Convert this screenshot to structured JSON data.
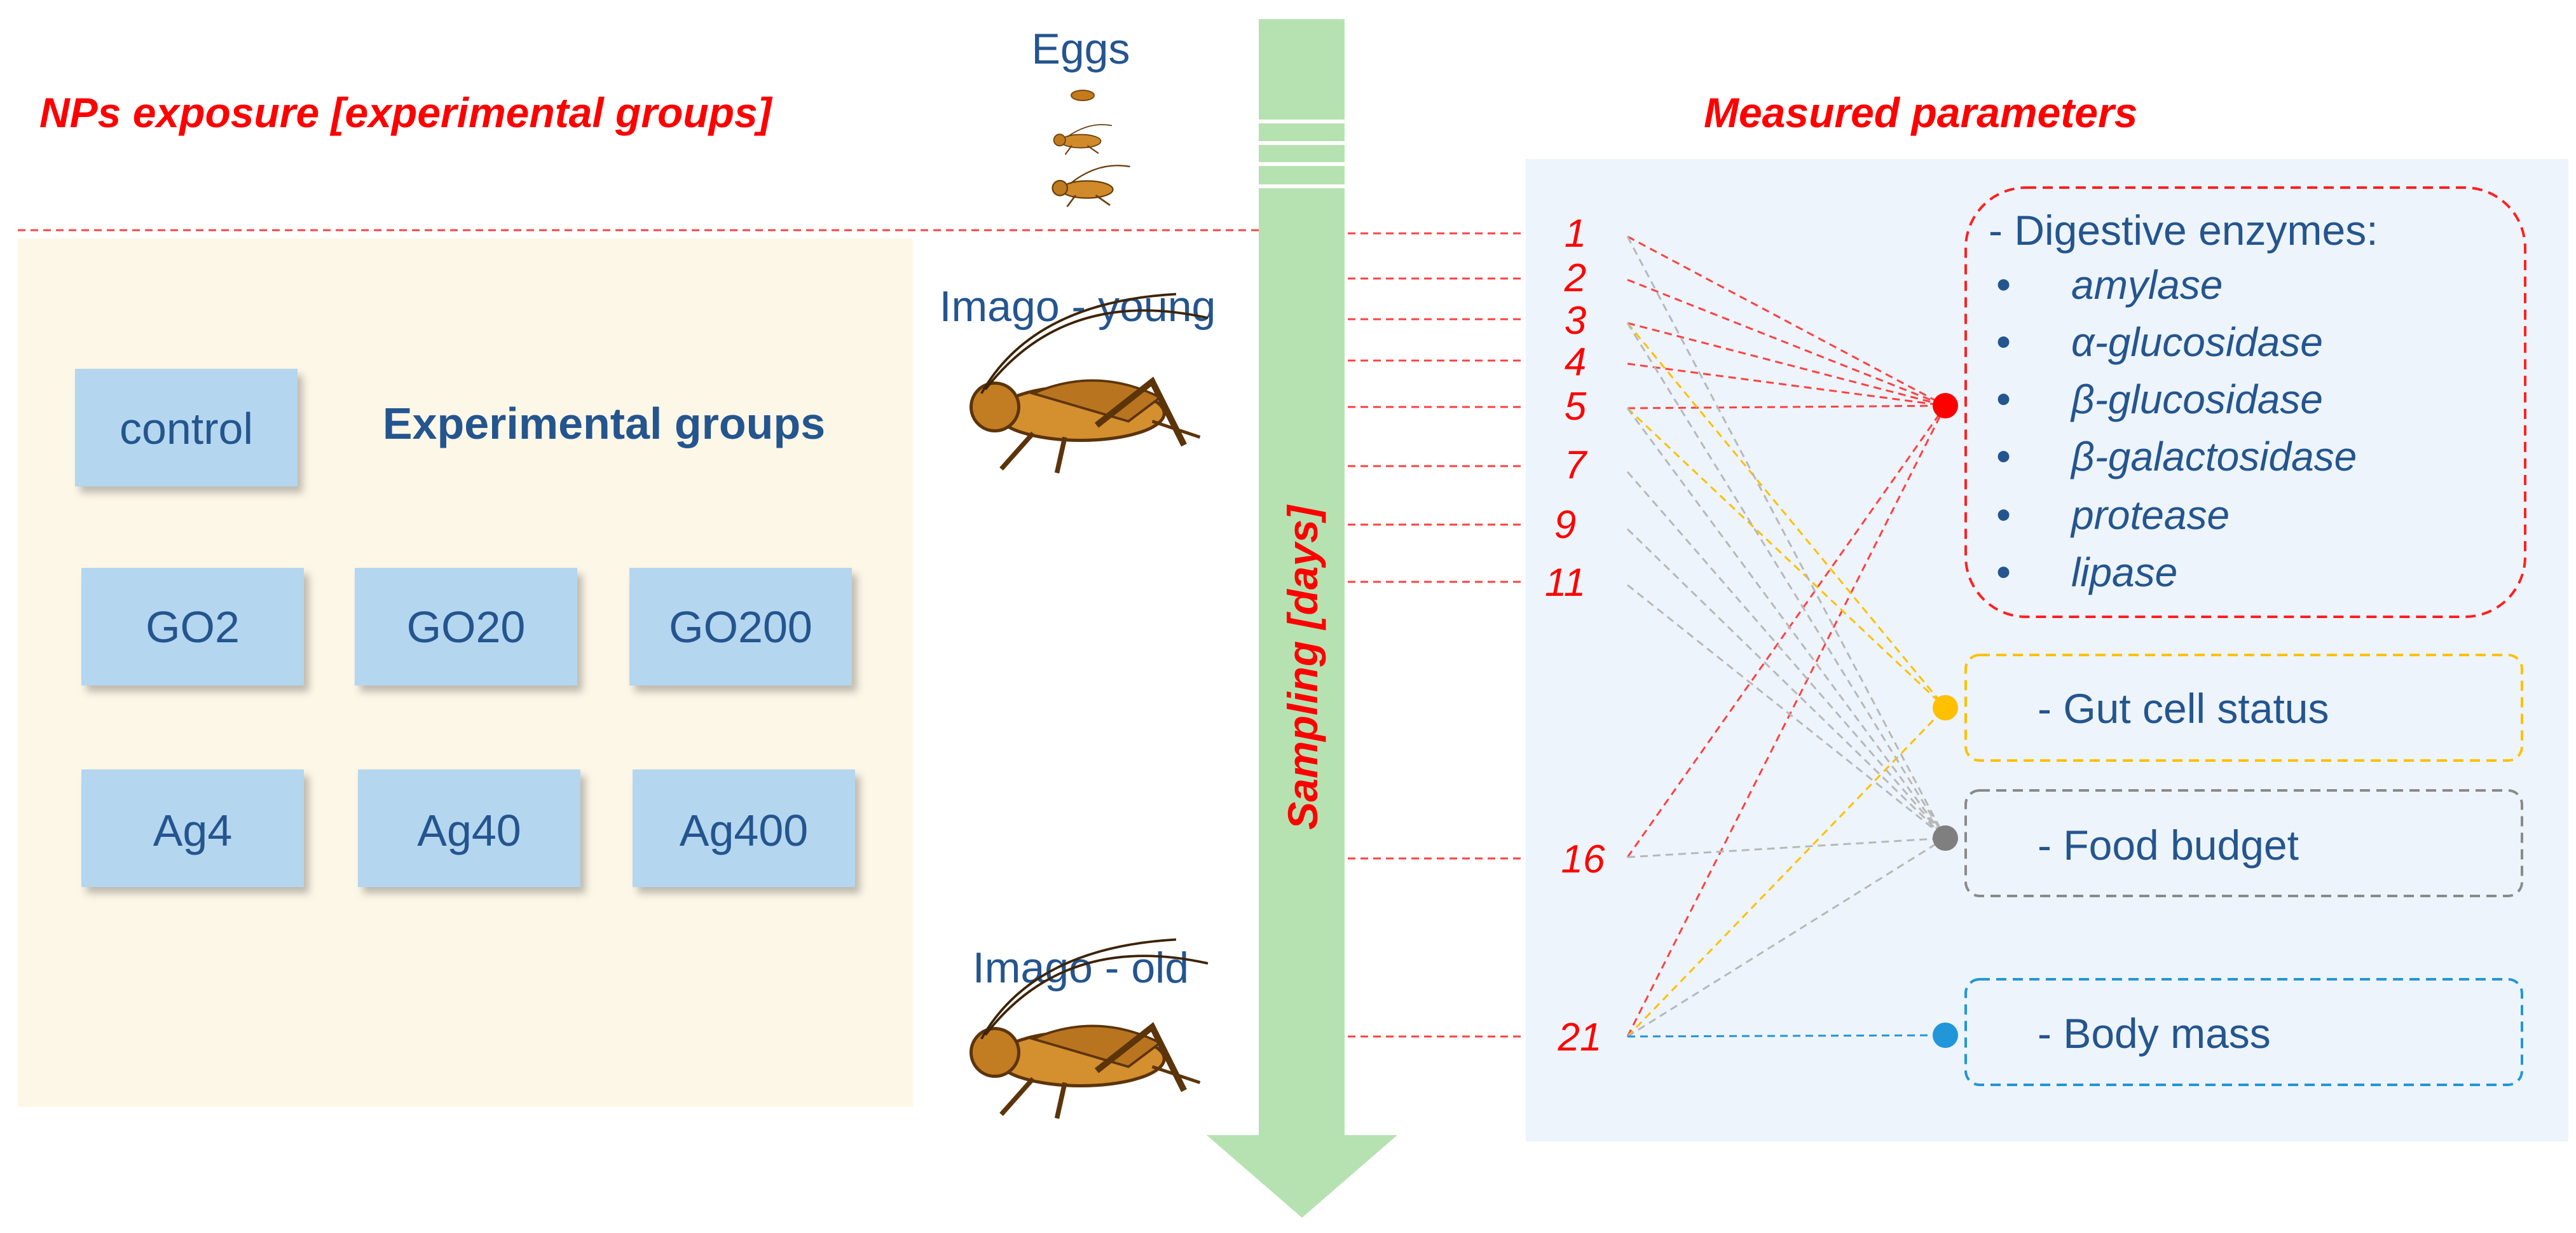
{
  "headings": {
    "exposure": "NPs exposure [experimental groups]",
    "measured": "Measured parameters",
    "experimental_groups": "Experimental groups",
    "sampling": "Sampling [days]"
  },
  "stages": {
    "eggs": "Eggs",
    "young": "Imago - young",
    "old": "Imago - old"
  },
  "groups": {
    "control": "control",
    "row1": [
      "GO2",
      "GO20",
      "GO200"
    ],
    "row2": [
      "Ag4",
      "Ag40",
      "Ag400"
    ]
  },
  "days": [
    "1",
    "2",
    "3",
    "4",
    "5",
    "7",
    "9",
    "11",
    "16",
    "21"
  ],
  "parameters": {
    "enzymes_title": "- Digestive enzymes:",
    "enzymes": [
      "amylase",
      "α-glucosidase",
      "β-glucosidase",
      "β-galactosidase",
      "protease",
      "lipase"
    ],
    "bullet": "•",
    "gut": "- Gut cell status",
    "food": "- Food budget",
    "body": "- Body mass"
  },
  "colors": {
    "red": "#ff0000",
    "blue_text": "#24558f",
    "arrow_green": "#b6e2b1",
    "panel_left": "#fdf7e7",
    "panel_right": "#edf4fb",
    "box_fill": "#b4d6ef",
    "gut_yellow": "#ffc000",
    "food_gray": "#7f7f7f",
    "body_blue": "#2196d8"
  }
}
